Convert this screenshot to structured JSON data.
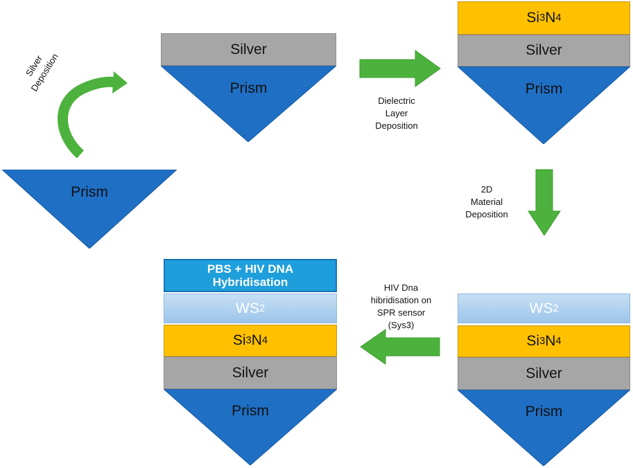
{
  "colors": {
    "prism": "#1f6fc4",
    "silver": "#a6a6a6",
    "si3n4": "#ffc000",
    "ws2": "#b4d4f0",
    "pbs": "#1e9fdc",
    "arrow": "#4cb23d"
  },
  "labels": {
    "prism": "Prism",
    "silver": "Silver",
    "si": "Si",
    "si_sub": "3",
    "n": "N",
    "n_sub": "4",
    "ws": "WS",
    "ws_sub": "2",
    "pbs_line1": "PBS + HIV DNA",
    "pbs_line2": "Hybridisation"
  },
  "steps": {
    "silver_deposition": [
      "Silver",
      "Deposition"
    ],
    "dielectric": [
      "Dielectric",
      "Layer",
      "Deposition"
    ],
    "material_2d": [
      "2D",
      "Material",
      "Deposition"
    ],
    "hybridisation": [
      "HIV Dna",
      "hibridisation on",
      "SPR sensor",
      "(Sys3)"
    ]
  },
  "icons": [
    "curved-arrow-icon",
    "arrow-right-icon",
    "arrow-down-icon",
    "arrow-left-icon"
  ]
}
